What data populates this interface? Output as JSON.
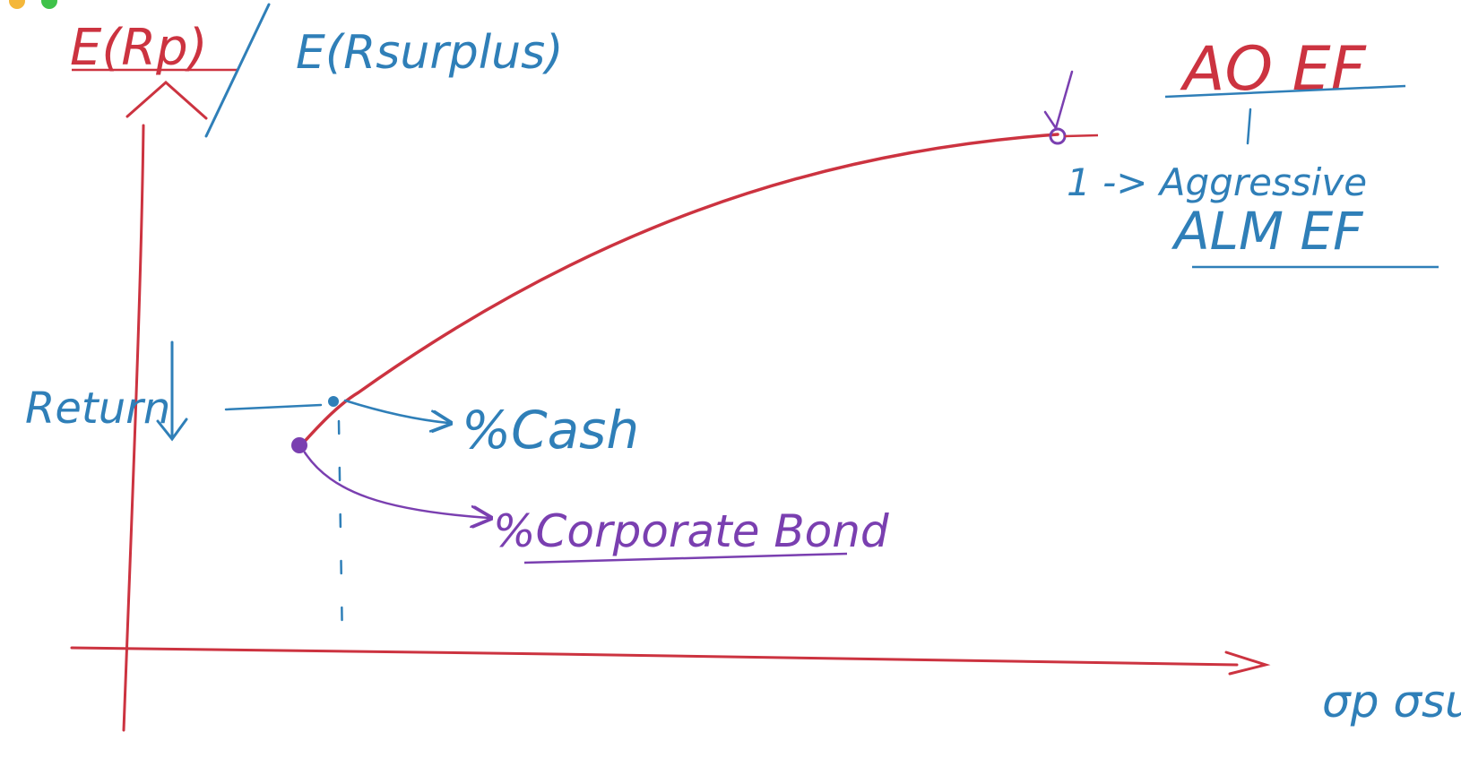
{
  "window": {
    "dots": [
      {
        "name": "minimize-dot",
        "color": "#f4b73a"
      },
      {
        "name": "maximize-dot",
        "color": "#3fc24a"
      }
    ]
  },
  "colors": {
    "red": "#cc3340",
    "blue": "#2f7fb8",
    "purple": "#7a3fb0"
  },
  "labels": {
    "y_axis_red": "E(Rp)",
    "y_axis_blue": "E(Rsurplus)",
    "ao_ef": "AO EF",
    "aggressive": "1 -> Aggressive",
    "alm_ef": "ALM EF",
    "return": "Return",
    "cash": "%Cash",
    "corporate_bond": "%Corporate Bond",
    "x_axis": "σp  σsurplus"
  }
}
